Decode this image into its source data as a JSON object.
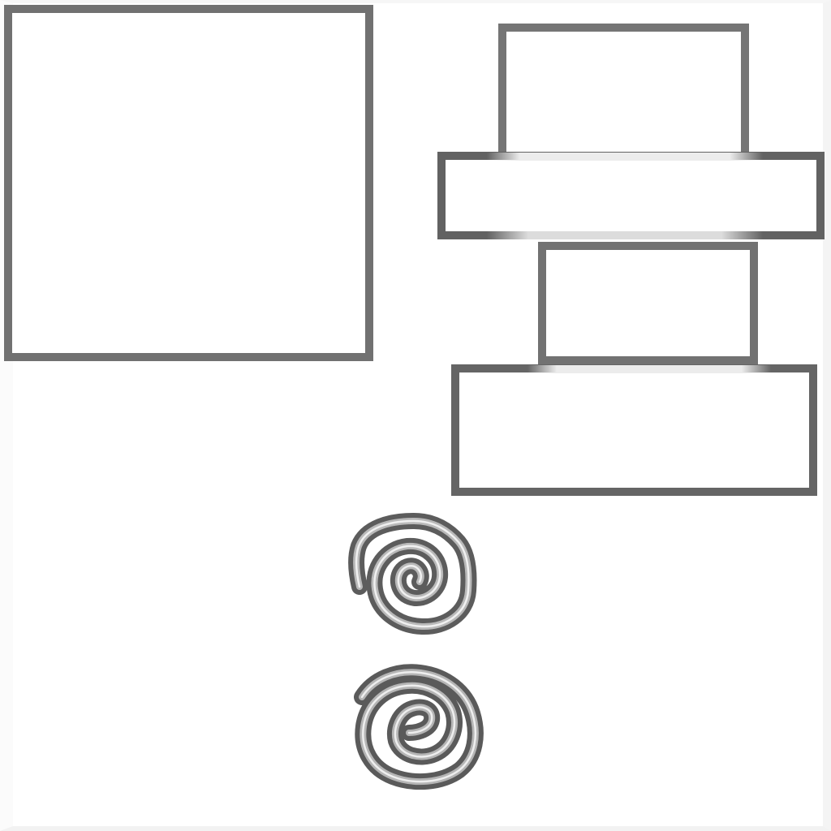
{
  "canvas": {
    "background": "#ffffff",
    "stroke_color": "#6e6e6e",
    "highlight_color": "#f2f2f2"
  },
  "shapes": [
    {
      "kind": "rectangle-outline",
      "name": "large-square"
    },
    {
      "kind": "rectangle-outline",
      "name": "top-rect"
    },
    {
      "kind": "rectangle-outline",
      "name": "wide-rect"
    },
    {
      "kind": "rectangle-outline",
      "name": "mid-rect"
    },
    {
      "kind": "rectangle-outline",
      "name": "bottom-rect"
    },
    {
      "kind": "spiral",
      "name": "spiral-top"
    },
    {
      "kind": "spiral",
      "name": "spiral-bottom"
    }
  ]
}
